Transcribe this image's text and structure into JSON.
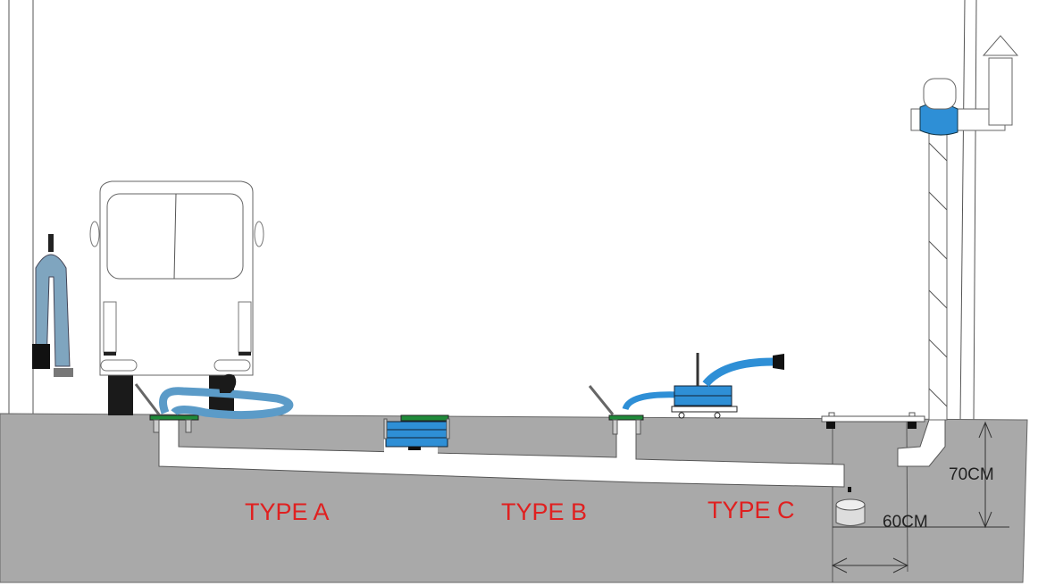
{
  "labels": {
    "type_a": "TYPE A",
    "type_b": "TYPE B",
    "type_c": "TYPE C",
    "height_dim": "70CM",
    "width_dim": "60CM"
  },
  "colors": {
    "ground": "#a9a9a9",
    "hose_blue": "#2e8fd6",
    "hose_grey_blue": "#5b9bc8",
    "plate_green": "#1f8a3a",
    "label_red": "#e02020"
  }
}
